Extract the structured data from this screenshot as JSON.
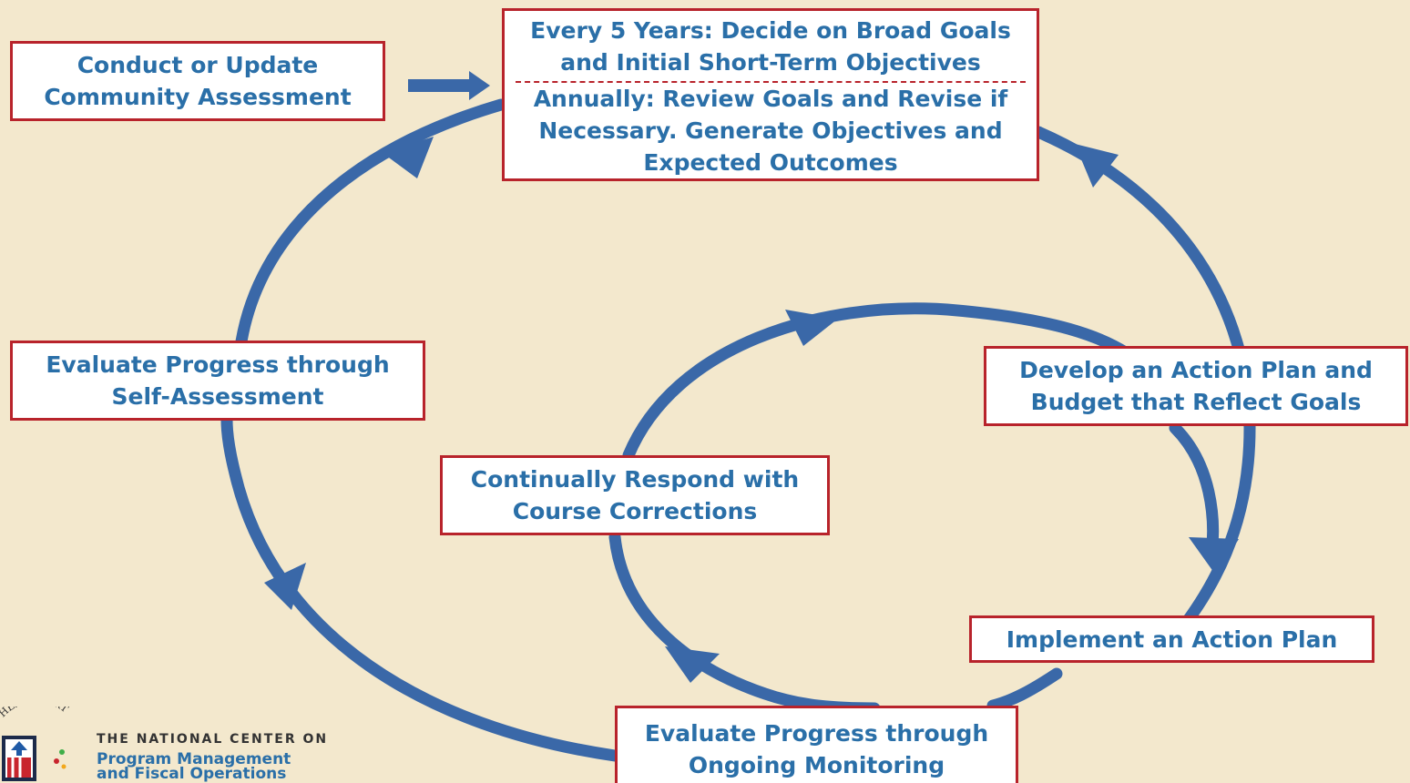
{
  "diagram": {
    "top_box": {
      "upper": [
        "Every 5 Years: Decide on Broad Goals",
        "and Initial Short-Term Objectives"
      ],
      "lower": [
        "Annually: Review Goals and Revise if",
        "Necessary. Generate Objectives and",
        "Expected Outcomes"
      ]
    },
    "assessment": [
      "Conduct or Update",
      "Community Assessment"
    ],
    "self_assessment": [
      "Evaluate Progress through",
      "Self-Assessment"
    ],
    "action_plan_budget": [
      "Develop an Action Plan and",
      "Budget that Reflect Goals"
    ],
    "course_corrections": [
      "Continually Respond with",
      "Course Corrections"
    ],
    "implement": "Implement an Action Plan",
    "monitoring": [
      "Evaluate Progress through",
      "Ongoing Monitoring"
    ]
  },
  "logo": {
    "arc_text": "OF HEAD START",
    "line1": "THE NATIONAL CENTER ON",
    "line2": "Program Management",
    "line3": "and Fiscal Operations"
  },
  "colors": {
    "background": "#f3e8cd",
    "arrow": "#3a68a8",
    "box_border": "#b8232b",
    "text": "#2a6fa8"
  }
}
